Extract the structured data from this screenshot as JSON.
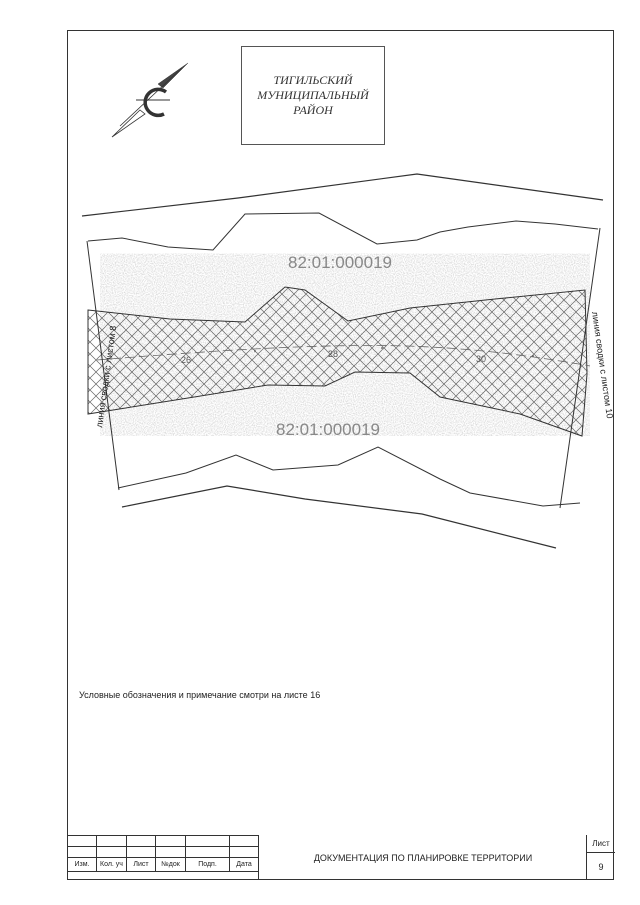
{
  "title_block": {
    "text": "ТИГИЛЬСКИЙ\nМУНИЦИПАЛЬНЫЙ\nРАЙОН"
  },
  "map": {
    "cadastral_label_top": "82:01:000019",
    "cadastral_label_bottom": "82:01:000019",
    "join_line_left": "линия сводки с листом 8",
    "join_line_right": "линия сводки с листом 10",
    "pickets": [
      "26",
      "28",
      "30"
    ],
    "colors": {
      "line": "#333333",
      "hatch": "#666666",
      "label": "#888888",
      "stipple": "#999999"
    }
  },
  "note": "Условные обозначения и примечание смотри на листе 16",
  "stamp": {
    "columns": [
      "Изм.",
      "Кол. уч",
      "Лист",
      "№док",
      "Подп.",
      "Дата"
    ],
    "document_title": "ДОКУМЕНТАЦИЯ ПО ПЛАНИРОВКЕ ТЕРРИТОРИИ",
    "sheet_label": "Лист",
    "sheet_number": "9"
  },
  "icons": [
    "north-arrow-icon"
  ]
}
